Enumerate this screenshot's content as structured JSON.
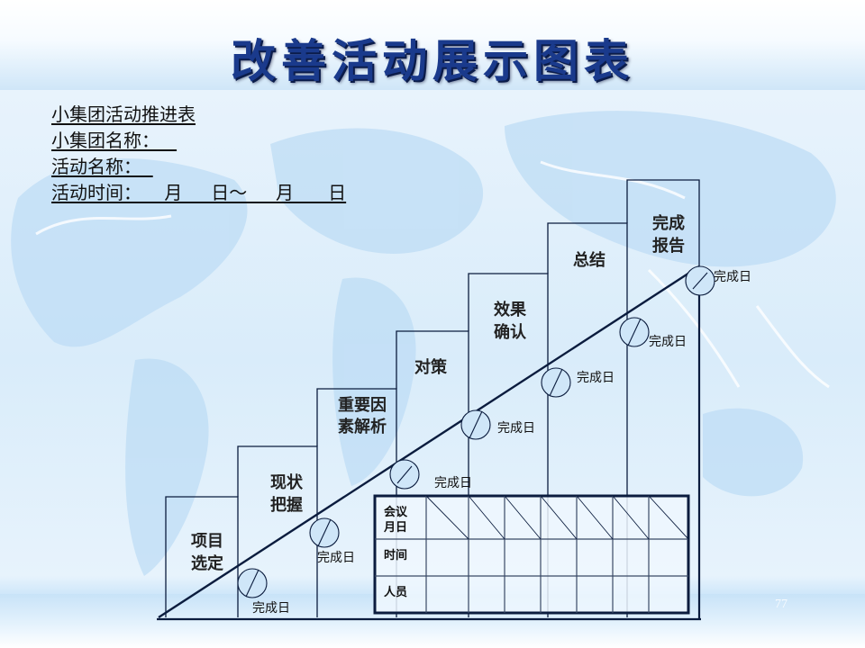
{
  "slide": {
    "title": "改善活动展示图表",
    "page_number": "77"
  },
  "info": {
    "line1": "小集团活动推进表",
    "line2": "小集团名称：   ",
    "line3": "活动名称：  ",
    "line4": "活动时间：    月     日～     月      日"
  },
  "steps": [
    {
      "line1": "项目",
      "line2": "选定"
    },
    {
      "line1": "现状",
      "line2": "把握"
    },
    {
      "line1": "重要因",
      "line2": "素解析"
    },
    {
      "line1": "对策",
      "line2": ""
    },
    {
      "line1": "效果",
      "line2": "确认"
    },
    {
      "line1": "总结",
      "line2": ""
    },
    {
      "line1": "完成",
      "line2": "报告"
    }
  ],
  "milestone_label": "完成日",
  "milestones": [
    "完成日",
    "完成日",
    "完成日",
    "完成日",
    "完成日",
    "完成日",
    "完成日"
  ],
  "table": {
    "rows": [
      {
        "label_line1": "会议",
        "label_line2": "月日"
      },
      {
        "label_line1": "时间",
        "label_line2": ""
      },
      {
        "label_line1": "人员",
        "label_line2": ""
      }
    ],
    "columns": 7
  },
  "colors": {
    "title": "#1a3a8c",
    "line": "#0b1c3e",
    "circle_fill": "#cfe6f8"
  }
}
